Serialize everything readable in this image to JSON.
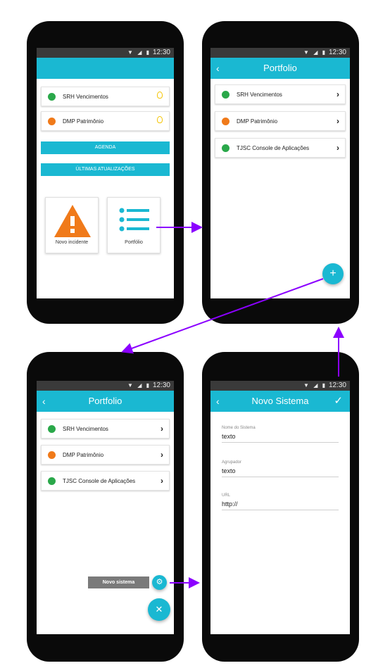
{
  "colors": {
    "primary": "#1ab8d2",
    "success": "#2aa84a",
    "warning": "#f07a1a",
    "arrow": "#8b00ff"
  },
  "status_time": "12:30",
  "screen1": {
    "items": [
      {
        "label": "SRH Vencimentos",
        "icon": "globe-green-icon"
      },
      {
        "label": "DMP Patrimônio",
        "icon": "globe-orange-icon"
      }
    ],
    "buttons": [
      "AGENDA",
      "ÚLTIMAS ATUALIZAÇÕES"
    ],
    "tiles": [
      {
        "label": "Novo incidente",
        "icon": "warning-icon"
      },
      {
        "label": "Portfólio",
        "icon": "list-icon"
      }
    ]
  },
  "screen2": {
    "title": "Portfolio",
    "items": [
      {
        "label": "SRH Vencimentos"
      },
      {
        "label": "DMP Patrimônio"
      },
      {
        "label": "TJSC Console de Aplicações"
      }
    ],
    "fab": "+"
  },
  "screen3": {
    "title": "Portfolio",
    "items": [
      {
        "label": "SRH Vencimentos"
      },
      {
        "label": "DMP Patrimônio"
      },
      {
        "label": "TJSC Console de Aplicações"
      }
    ],
    "snackbar": "Novo sistema",
    "fab_close": "✕"
  },
  "screen4": {
    "title": "Novo Sistema",
    "fields": [
      {
        "label": "Nome do Sistema",
        "value": "texto"
      },
      {
        "label": "Agrupador",
        "value": "texto"
      },
      {
        "label": "URL",
        "value": "http://"
      }
    ]
  }
}
